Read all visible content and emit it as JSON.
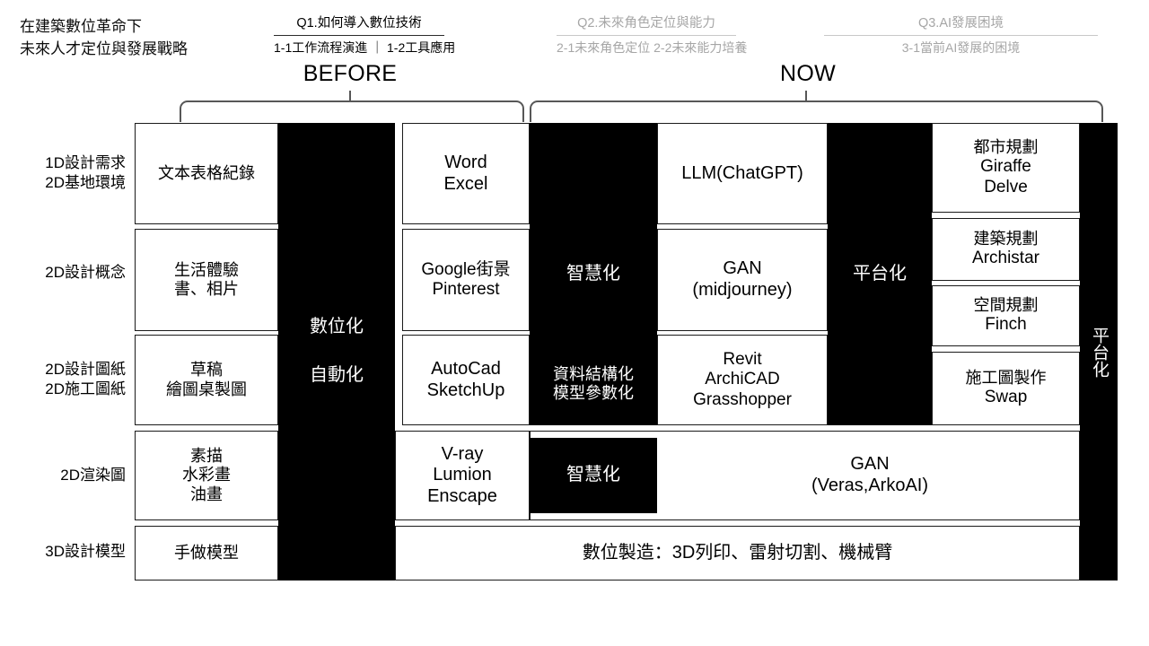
{
  "header": {
    "title_line1": "在建築數位革命下",
    "title_line2": "未來人才定位與發展戰略",
    "questions": [
      {
        "id": "q1",
        "title": "Q1.如何導入數位技術",
        "sub": "1-1工作流程演進 ｜ 1-2工具應用",
        "state": "active"
      },
      {
        "id": "q2",
        "title": "Q2.未來角色定位與能力",
        "sub": "2-1未來角色定位  2-2未來能力培養",
        "state": "dim"
      },
      {
        "id": "q3",
        "title": "Q3.AI發展困境",
        "sub": "3-1當前AI發展的困境",
        "state": "dim"
      }
    ],
    "phases": [
      {
        "id": "before",
        "label": "BEFORE"
      },
      {
        "id": "now",
        "label": "NOW"
      }
    ]
  },
  "matrix": {
    "row_labels": [
      {
        "id": "r1",
        "text": "1D設計需求\n2D基地環境",
        "line1": "1D設計需求",
        "line2": "2D基地環境"
      },
      {
        "id": "r2",
        "text": "2D設計概念",
        "line1": "2D設計概念",
        "line2": ""
      },
      {
        "id": "r3",
        "text": "2D設計圖紙\n2D施工圖紙",
        "line1": "2D設計圖紙",
        "line2": "2D施工圖紙"
      },
      {
        "id": "r4",
        "text": "2D渲染圖",
        "line1": "2D渲染圖",
        "line2": ""
      },
      {
        "id": "r5",
        "text": "3D設計模型",
        "line1": "3D設計模型",
        "line2": ""
      }
    ],
    "cells": {
      "manual_r1": "文本表格紀錄",
      "manual_r2_l1": "生活體驗",
      "manual_r2_l2": "書、相片",
      "manual_r3_l1": "草稿",
      "manual_r3_l2": "繪圖桌製圖",
      "manual_r4_l1": "素描",
      "manual_r4_l2": "水彩畫",
      "manual_r4_l3": "油畫",
      "manual_r5": "手做模型",
      "black_digital_l1": "數位化",
      "black_digital_l2": "自動化",
      "tool_r1_l1": "Word",
      "tool_r1_l2": "Excel",
      "tool_r2_l1": "Google街景",
      "tool_r2_l2": "Pinterest",
      "tool_r3_l1": "AutoCad",
      "tool_r3_l2": "SketchUp",
      "tool_r4_l1": "V-ray",
      "tool_r4_l2": "Lumion",
      "tool_r4_l3": "Enscape",
      "black_smart_top": "智慧化",
      "black_struct_l1": "資料結構化",
      "black_struct_l2": "模型參數化",
      "black_smart_bottom": "智慧化",
      "ai_r1": "LLM(ChatGPT)",
      "ai_r2_l1": "GAN",
      "ai_r2_l2": "(midjourney)",
      "ai_r3_l1": "Revit",
      "ai_r3_l2": "ArchiCAD",
      "ai_r3_l3": "Grasshopper",
      "ai_r4_l1": "GAN",
      "ai_r4_l2": "(Veras,ArkoAI)",
      "black_platform": "平台化",
      "plat_1_l1": "都市規劃",
      "plat_1_l2": "Giraffe",
      "plat_1_l3": "Delve",
      "plat_2_l1": "建築規劃",
      "plat_2_l2": "Archistar",
      "plat_3_l1": "空間規劃",
      "plat_3_l2": "Finch",
      "plat_4_l1": "施工圖製作",
      "plat_4_l2": "Swap",
      "black_platform_right": "平台化",
      "fab_row": "數位製造：3D列印、雷射切割、機械臂"
    }
  },
  "colors": {
    "ink": "#000000",
    "paper": "#ffffff",
    "dim": "#a6a6a6",
    "rule": "#575757"
  }
}
